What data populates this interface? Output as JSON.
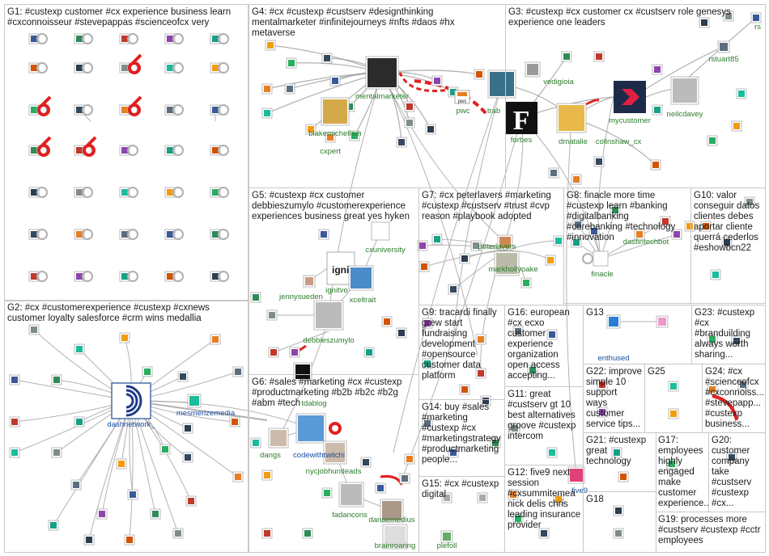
{
  "colors": {
    "box_border": "#c8c8c8",
    "edge": "#9a9a9a",
    "highlight_edge": "#e02020",
    "label_green": "#2c7d2c",
    "label_blue": "#1a4fa0",
    "selfloop": "#b0b0b0"
  },
  "groups": [
    {
      "id": "G1",
      "title": "G1: #custexp customer #cx experience business learn\n#cxconnoisseur #stevepappas #scienceofcx very"
    },
    {
      "id": "G2",
      "title": "G2: #cx #customerexperience #custexp #cxnews\ncustomer loyalty salesforce #crm wins medallia"
    },
    {
      "id": "G3",
      "title": "G3: #custexp #cx customer cx #custserv role genesys\nexperience one leaders"
    },
    {
      "id": "G4",
      "title": "G4: #cx #custexp #custserv #designthinking\nmentalmarketer #infinitejourneys #nfts #daos #hx\nmetaverse"
    },
    {
      "id": "G5",
      "title": "G5: #custexp #cx customer\ndebbieszumylo #customerexperience\nexperiences business great yes hyken"
    },
    {
      "id": "G6",
      "title": "G6: #sales #marketing #cx #custexp\n#productmarketing #b2b #b2c #b2g\n#abm #tech"
    },
    {
      "id": "G7",
      "title": "G7: #cx peterlavers #marketing\n#custexp #custserv #trust #cvp\nreason #playbook adopted"
    },
    {
      "id": "G8",
      "title": "G8: finacle more time\n#custexp learn #banking\n#digitalbanking\n#corebanking #technology\n#innovation"
    },
    {
      "id": "G9",
      "title": "G9: tracardi finally\ngrew start\nfundraising\ndevelopment\n#opensource\ncustomer data\nplatform"
    },
    {
      "id": "G10",
      "title": "G10: valor\nconseguir datos\nclientes debes\naportar cliente\nquerrá cederlos\n#eshowbcn22"
    },
    {
      "id": "G11",
      "title": "G11: great\n#custserv gt 10\nbest alternatives\ngroove #custexp\nintercom"
    },
    {
      "id": "G12",
      "title": "G12: five9 next\nsession\n#cxsummitemea\nnick delis chris\nleading insurance\nprovider"
    },
    {
      "id": "G13",
      "title": "G13"
    },
    {
      "id": "G14",
      "title": "G14: buy #sales\n#marketing\n#custexp #cx\n#marketingstrategy\n#productmarketing\npeople..."
    },
    {
      "id": "G15",
      "title": "G15: #cx #custexp\ndigital"
    },
    {
      "id": "G16",
      "title": "G16: european\n#cx ecxo\ncustomer\nexperience\norganization\nopen access\naccepting..."
    },
    {
      "id": "G17",
      "title": "G17:\nemployees\nhighly\nengaged\nmake\ncustomer\nexperience..."
    },
    {
      "id": "G18",
      "title": "G18"
    },
    {
      "id": "G19",
      "title": "G19: processes more\n#custserv #custexp #cctr\nemployees"
    },
    {
      "id": "G20",
      "title": "G20:\ncustomer\ncompany\ntake\n#custserv\n#custexp\n#cx..."
    },
    {
      "id": "G21",
      "title": "G21: #custexp\ngreat\ntechnology"
    },
    {
      "id": "G22",
      "title": "G22: improve\nsimple 10\nsupport\nways\ncustomer\nservice tips..."
    },
    {
      "id": "G23",
      "title": "G23: #custexp\n#cx\n#branduilding\nalways worth\nsharing..."
    },
    {
      "id": "G24",
      "title": "G24: #cx\n#scienceofcx\n#cxconnoiss...\n#stevepapp...\n#custexp\nbusiness..."
    },
    {
      "id": "G25",
      "title": "G25"
    }
  ],
  "node_labels": [
    {
      "id": "mentalmarketer",
      "text": "mentalmarketer"
    },
    {
      "id": "blakemichellem",
      "text": "blakemichellem"
    },
    {
      "id": "cxpert",
      "text": "cxpert"
    },
    {
      "id": "pwc",
      "text": "pwc"
    },
    {
      "id": "trab",
      "text": "trab"
    },
    {
      "id": "vedigioia",
      "text": "vedigioia"
    },
    {
      "id": "forbes",
      "text": "forbes"
    },
    {
      "id": "dmatalie",
      "text": "dmatalie"
    },
    {
      "id": "mycustomer",
      "text": "mycustomer"
    },
    {
      "id": "colinshaw_cx",
      "text": "colinshaw_cx"
    },
    {
      "id": "neilcdavey",
      "text": "neilcdavey"
    },
    {
      "id": "rstuart85",
      "text": "rstuart85"
    },
    {
      "id": "rs",
      "text": "rs"
    },
    {
      "id": "cxuniversity",
      "text": "cxuniversity"
    },
    {
      "id": "ignitvo",
      "text": "ignitvo"
    },
    {
      "id": "xceltrait",
      "text": "xceltrait"
    },
    {
      "id": "jennysueden",
      "text": "jennysueden"
    },
    {
      "id": "debbieszumylo",
      "text": "debbieszumylo"
    },
    {
      "id": "peterlavers",
      "text": "peterlavers"
    },
    {
      "id": "markhollyoake",
      "text": "markhollyoake"
    },
    {
      "id": "dasfintechbot",
      "text": "dasfintechbot"
    },
    {
      "id": "finacle",
      "text": "finacle"
    },
    {
      "id": "enthused",
      "text": "enthused"
    },
    {
      "id": "dashnetwork",
      "text": "dashnetwork_"
    },
    {
      "id": "mesmerizemedia",
      "text": "mesmerizemedia"
    },
    {
      "id": "codewithtwitchi",
      "text": "codewithtwitchi"
    },
    {
      "id": "dangs",
      "text": "dangs"
    },
    {
      "id": "nycjobhuntleads",
      "text": "nycjobhuntleads"
    },
    {
      "id": "fadancons",
      "text": "fadancons"
    },
    {
      "id": "danoemedius",
      "text": "danoemedius"
    },
    {
      "id": "brainroaring",
      "text": "brainroaring"
    },
    {
      "id": "plefoll",
      "text": "plefoll"
    },
    {
      "id": "five9",
      "text": "five9"
    },
    {
      "id": "tdablog",
      "text": "tdablog"
    }
  ],
  "logos": [
    {
      "id": "forbes_logo",
      "text": "F"
    },
    {
      "id": "ignitvo_logo",
      "text": "igni"
    },
    {
      "id": "pwc_logo",
      "text": "pwc"
    }
  ]
}
